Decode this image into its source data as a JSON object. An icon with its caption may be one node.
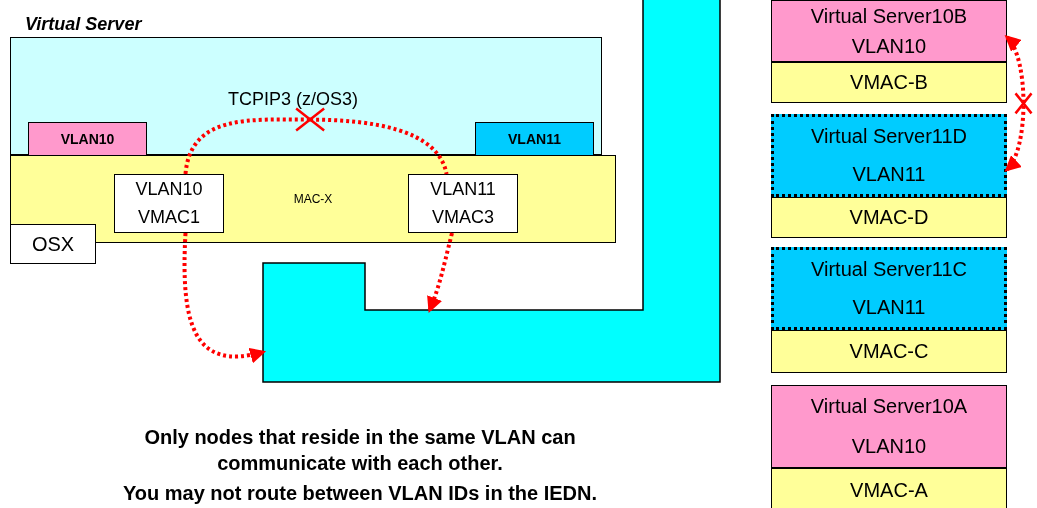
{
  "diagram": {
    "nodes": [
      {
        "text": [
          "Virtual Server",
          "TCPIP3 (z/OS3)"
        ]
      },
      {
        "text": [
          "VLAN10"
        ],
        "in": 0
      },
      {
        "text": [
          "VLAN11"
        ],
        "in": 0
      },
      {
        "text": [
          "MAC-X"
        ]
      },
      {
        "text": [
          "VLAN10",
          "VMAC1"
        ],
        "in": 3
      },
      {
        "text": [
          "VLAN11",
          "VMAC3"
        ],
        "in": 3
      },
      {
        "text": [
          "OSX"
        ]
      },
      {
        "text": [],
        "shape": "box"
      },
      {
        "text": [
          "Virtual Server10B",
          "VLAN10"
        ]
      },
      {
        "text": [
          "VMAC-B"
        ]
      },
      {
        "text": [
          "Virtual Server11D",
          "VLAN11"
        ]
      },
      {
        "text": [
          "VMAC-D"
        ]
      },
      {
        "text": [
          "Virtual Server11C",
          "VLAN11"
        ]
      },
      {
        "text": [
          "VMAC-C"
        ]
      },
      {
        "text": [
          "Virtual Server10A",
          "VLAN10"
        ]
      },
      {
        "text": [
          "VMAC-A"
        ]
      }
    ],
    "edges": [
      {
        "from": 4,
        "to": 7,
        "arrow": "to",
        "style": "dashed"
      },
      {
        "from": 5,
        "to": 7,
        "arrow": "to",
        "style": "dashed"
      },
      {
        "from": 4,
        "to": 0,
        "arrow": "none",
        "style": "dashed"
      },
      {
        "from": 0,
        "to": 5,
        "arrow": "none",
        "style": "dashed"
      },
      {
        "from": 8,
        "to": 10,
        "arrow": "both",
        "style": "dashed"
      }
    ],
    "labels": [
      "Only nodes that reside in the same VLAN can communicate with each other.",
      "You may not route between VLAN IDs in the IEDN."
    ]
  }
}
